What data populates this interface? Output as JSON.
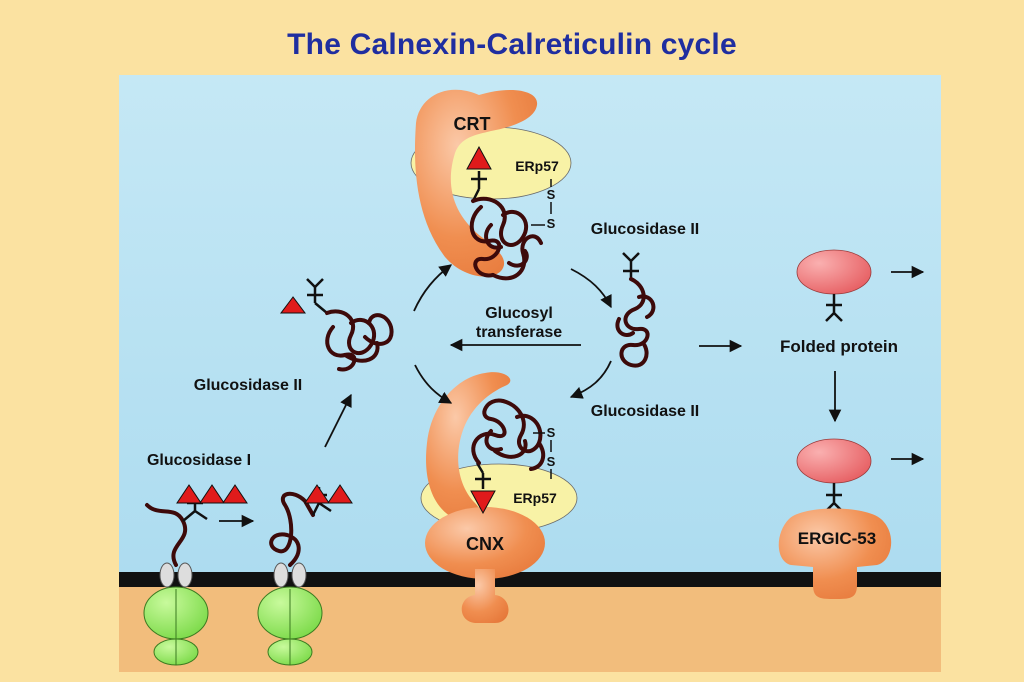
{
  "title": "The Calnexin-Calreticulin cycle",
  "labels": {
    "crt": "CRT",
    "cnx": "CNX",
    "erp57_top": "ERp57",
    "erp57_bottom": "ERp57",
    "glucosidase_ii_top_right": "Glucosidase II",
    "glucosidase_ii_bottom_right": "Glucosidase II",
    "glucosidase_ii_left": "Glucosidase II",
    "glucosidase_i": "Glucosidase I",
    "glucosyl": "Glucosyl",
    "transferase": "transferase",
    "folded_protein": "Folded protein",
    "ergic53": "ERGIC-53",
    "s": "S"
  },
  "colors": {
    "background": "#FBE2A1",
    "title": "#1F2EA0",
    "lumen": "#BEE4F2",
    "membrane": "#111111",
    "cytosol": "#F2BD7C",
    "lectin": "#F08E50",
    "erp57": "#F8F2A6",
    "glucose": "#E01B1B",
    "protein_chain": "#3D0A0A",
    "ribosome": "#86E040",
    "folded_protein": "#EE6A6E"
  }
}
